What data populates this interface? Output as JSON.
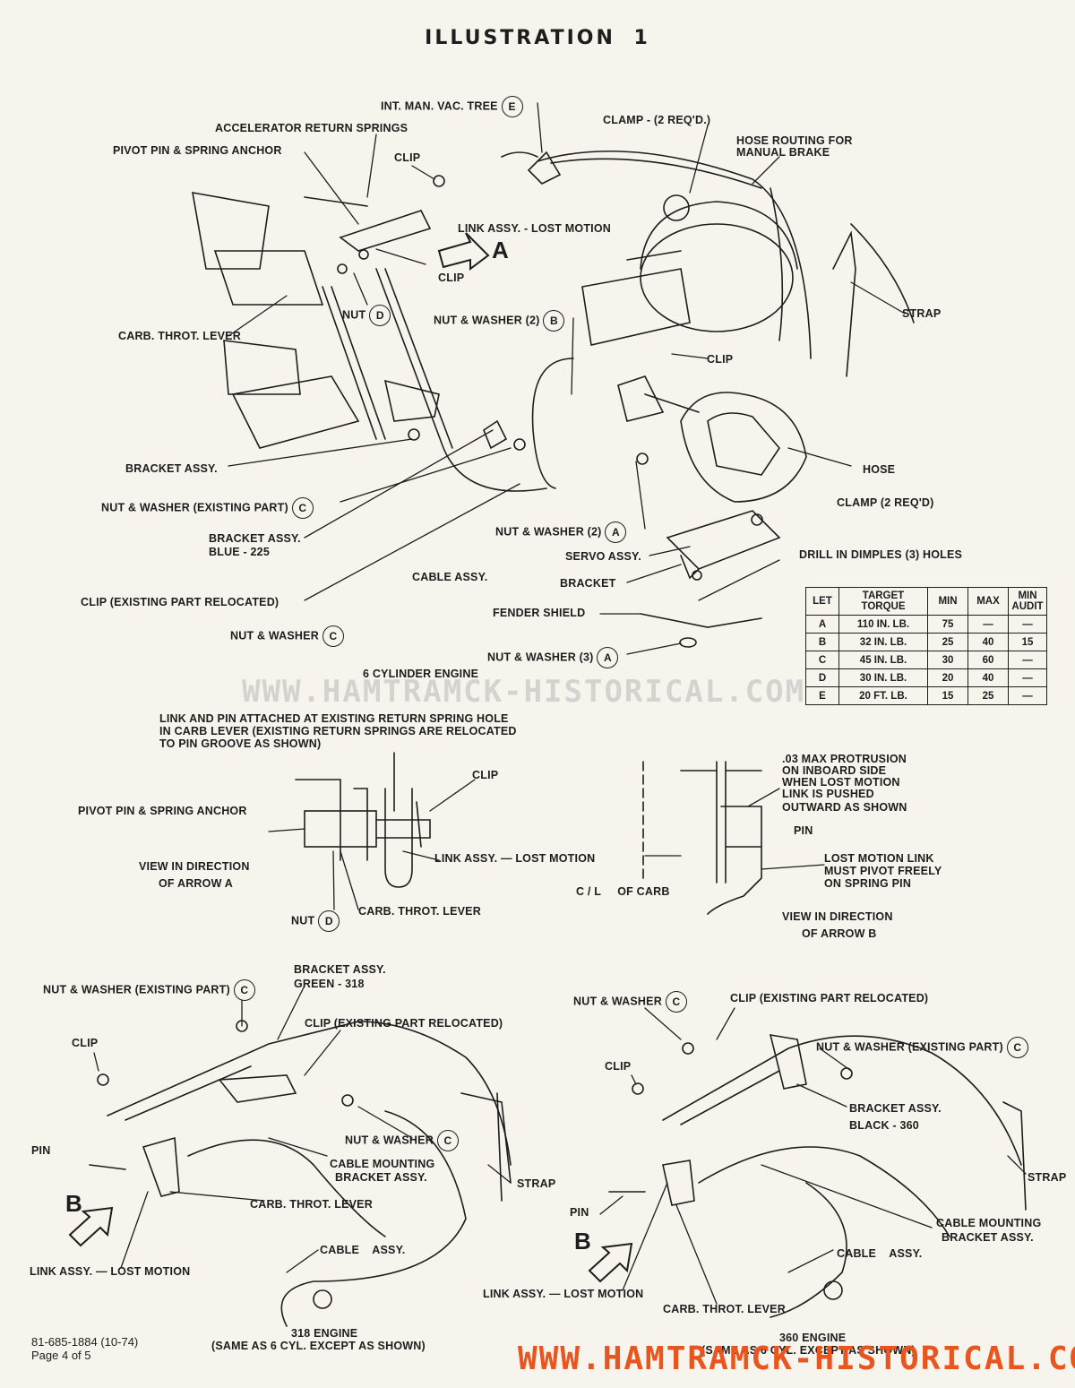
{
  "title": "ILLUSTRATION 1",
  "top": {
    "int_man_vac_tree": "INT. MAN. VAC. TREE",
    "accel_return_springs": "ACCELERATOR RETURN SPRINGS",
    "clamp_2_reqd": "CLAMP - (2 REQ'D.)",
    "hose_routing_1": "HOSE ROUTING FOR",
    "hose_routing_2": "MANUAL BRAKE",
    "pivot_pin": "PIVOT PIN & SPRING ANCHOR",
    "clip_top": "CLIP",
    "link_assy": "LINK ASSY. - LOST MOTION",
    "clip_mid": "CLIP",
    "arrow_a": "A",
    "strap": "STRAP",
    "nut": "NUT",
    "nut_washer_2b": "NUT & WASHER (2)",
    "carb_throt": "CARB. THROT. LEVER",
    "clip_right": "CLIP",
    "bracket_assy": "BRACKET ASSY.",
    "hose": "HOSE",
    "nut_washer_existing": "NUT & WASHER (EXISTING PART)",
    "clamp_2_reqd_b": "CLAMP (2 REQ'D)",
    "nut_washer_2a": "NUT & WASHER (2)",
    "bracket_assy_blue_1": "BRACKET ASSY.",
    "bracket_assy_blue_2": "BLUE - 225",
    "servo_assy": "SERVO ASSY.",
    "drill": "DRILL IN DIMPLES (3) HOLES",
    "cable_assy": "CABLE ASSY.",
    "bracket": "BRACKET",
    "clip_existing": "CLIP (EXISTING PART RELOCATED)",
    "fender_shield": "FENDER SHIELD",
    "nut_washer_c": "NUT & WASHER",
    "nut_washer_3a": "NUT & WASHER (3)",
    "six_cyl": "6 CYLINDER ENGINE"
  },
  "letters": {
    "a": "A",
    "b": "B",
    "c": "C",
    "d": "D",
    "e": "E"
  },
  "torque_table": {
    "headers": [
      "LET",
      "TARGET TORQUE",
      "MIN",
      "MAX",
      "MIN AUDIT"
    ],
    "rows": [
      [
        "A",
        "110 IN. LB.",
        "75",
        "—",
        "—"
      ],
      [
        "B",
        "32 IN. LB.",
        "25",
        "40",
        "15"
      ],
      [
        "C",
        "45 IN. LB.",
        "30",
        "60",
        "—"
      ],
      [
        "D",
        "30 IN. LB.",
        "20",
        "40",
        "—"
      ],
      [
        "E",
        "20 FT. LB.",
        "15",
        "25",
        "—"
      ]
    ]
  },
  "middle": {
    "link_pin_note_1": "LINK AND PIN ATTACHED AT EXISTING RETURN SPRING HOLE",
    "link_pin_note_2": "IN CARB LEVER (EXISTING RETURN SPRINGS ARE RELOCATED",
    "link_pin_note_3": "TO PIN GROOVE AS SHOWN)",
    "clip": "CLIP",
    "pivot_pin": "PIVOT PIN & SPRING ANCHOR",
    "link_assy": "LINK ASSY. — LOST MOTION",
    "view_a_1": "VIEW IN DIRECTION",
    "view_a_2": "OF ARROW A",
    "carb_throt": "CARB. THROT. LEVER",
    "nut": "NUT",
    "protrusion_1": ".03 MAX PROTRUSION",
    "protrusion_2": "ON INBOARD SIDE",
    "protrusion_3": "WHEN LOST MOTION",
    "protrusion_4": "LINK IS PUSHED",
    "protrusion_5": "OUTWARD AS SHOWN",
    "pin": "PIN",
    "pivot_note_1": "LOST MOTION LINK",
    "pivot_note_2": "MUST PIVOT FREELY",
    "pivot_note_3": "ON SPRING PIN",
    "cl_of_carb": "C / L     OF CARB",
    "view_b_1": "VIEW IN DIRECTION",
    "view_b_2": "OF ARROW B"
  },
  "bottom_left": {
    "nut_washer_existing": "NUT & WASHER (EXISTING PART)",
    "bracket_green_1": "BRACKET ASSY.",
    "bracket_green_2": "GREEN - 318",
    "clip_existing": "CLIP (EXISTING PART RELOCATED)",
    "clip": "CLIP",
    "nut_washer": "NUT & WASHER",
    "pin": "PIN",
    "cable_mount_1": "CABLE MOUNTING",
    "cable_mount_2": "BRACKET ASSY.",
    "strap": "STRAP",
    "arrow_b": "B",
    "carb_throt": "CARB. THROT. LEVER",
    "cable_assy": "CABLE    ASSY.",
    "link_assy": "LINK ASSY. — LOST MOTION",
    "engine_1": "318 ENGINE",
    "engine_2": "(SAME AS 6 CYL. EXCEPT AS SHOWN)"
  },
  "bottom_right": {
    "nut_washer": "NUT & WASHER",
    "clip_existing": "CLIP (EXISTING PART RELOCATED)",
    "nut_washer_existing": "NUT & WASHER (EXISTING PART)",
    "clip": "CLIP",
    "bracket_black_1": "BRACKET ASSY.",
    "bracket_black_2": "BLACK - 360",
    "strap": "STRAP",
    "cable_mount_1": "CABLE MOUNTING",
    "cable_mount_2": "BRACKET ASSY.",
    "pin": "PIN",
    "arrow_b": "B",
    "cable_assy": "CABLE    ASSY.",
    "link_assy": "LINK ASSY. — LOST MOTION",
    "carb_throt": "CARB. THROT. LEVER",
    "engine_1": "360 ENGINE",
    "engine_2": "(SAME AS 6 CYL. EXCEPT AS SHOWN)"
  },
  "footer": {
    "part_no": "81-685-1884 (10-74)",
    "page": "Page 4 of 5"
  },
  "watermark": "WWW.HAMTRAMCK-HISTORICAL.COM",
  "colors": {
    "ink": "#1d1d1d",
    "paper": "#f7f4ee",
    "watermark": "#e8551e"
  }
}
